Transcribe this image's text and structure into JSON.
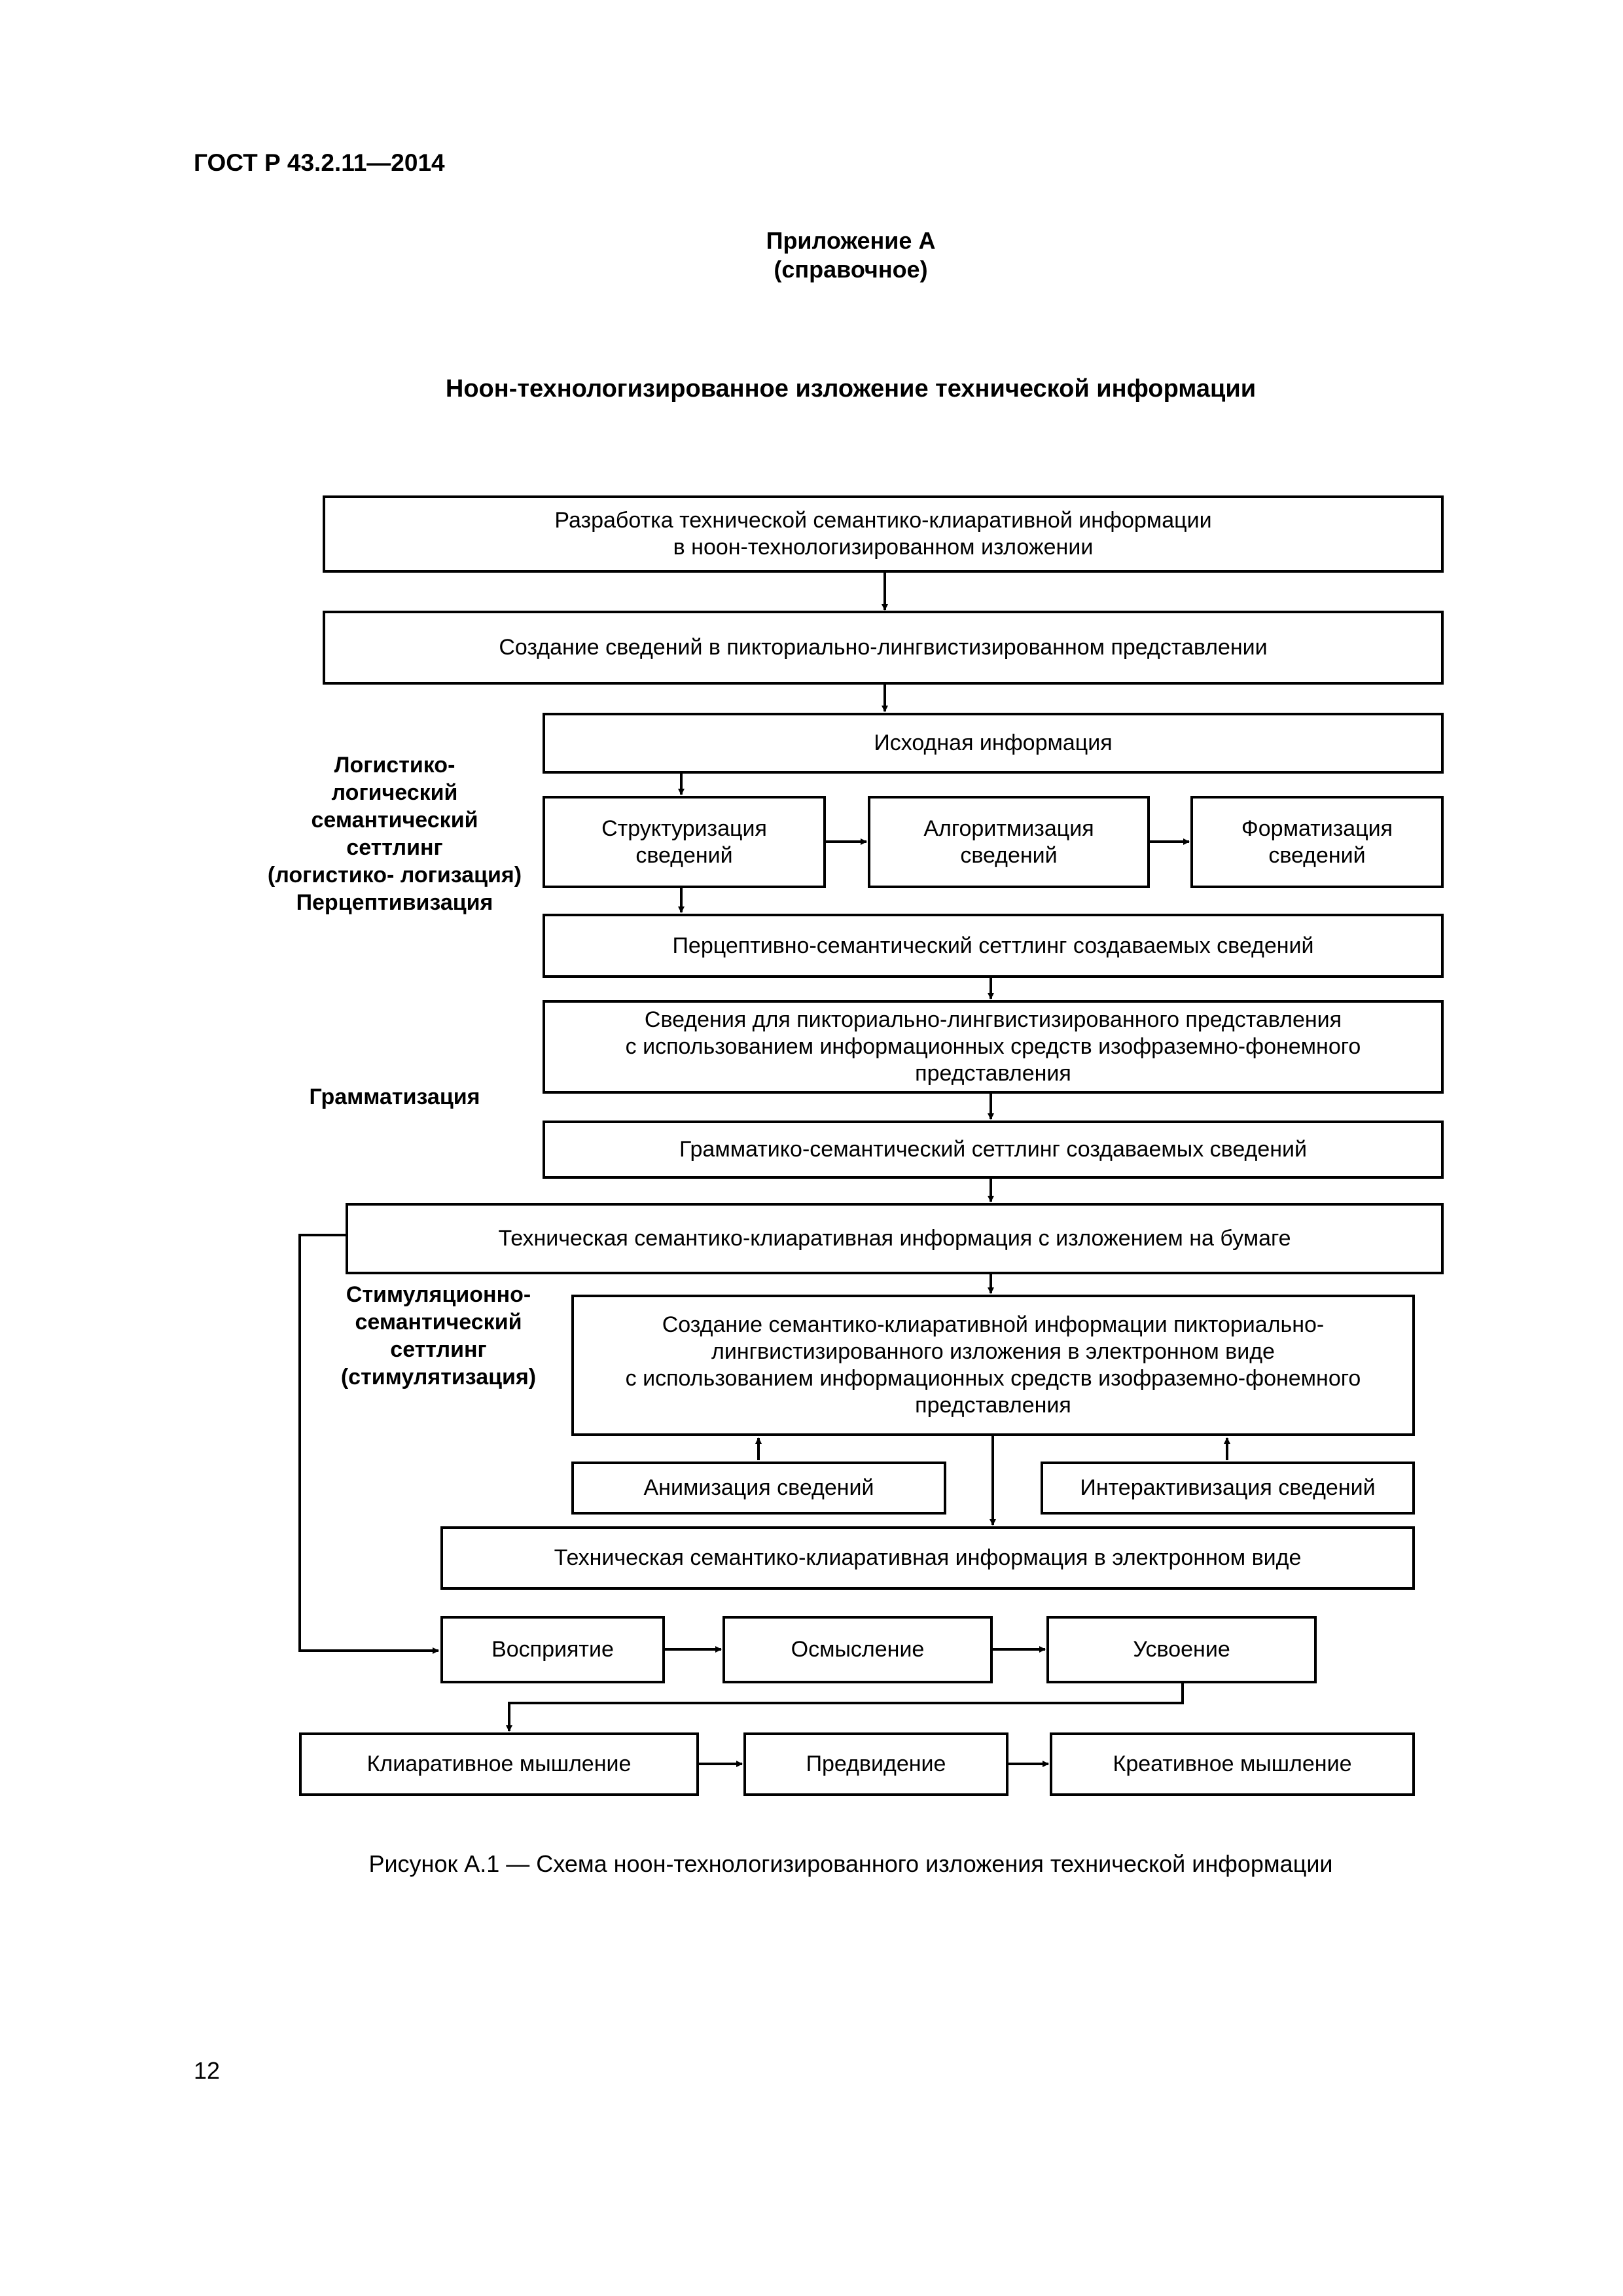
{
  "header": {
    "doc_code": "ГОСТ Р 43.2.11—2014"
  },
  "appendix": {
    "title": "Приложение А",
    "note": "(справочное)"
  },
  "section_title": "Ноон-технологизированное изложение технической информации",
  "diagram": {
    "boxes": {
      "b1": "Разработка технической семантико-клиаративной информации\nв ноон-технологизированном изложении",
      "b2": "Создание сведений в пикториально-лингвистизированном представлении",
      "b3": "Исходная информация",
      "b4": "Структуризация\nсведений",
      "b5": "Алгоритмизация\nсведений",
      "b6": "Форматизация\nсведений",
      "b7": "Перцептивно-семантический сеттлинг создаваемых сведений",
      "b8": "Сведения для пикториально-лингвистизированного представления\nс использованием информационных средств изофраземно-фонемного\nпредставления",
      "b9": "Грамматико-семантический сеттлинг создаваемых сведений",
      "b10": "Техническая семантико-клиаративная информация с изложением на бумаге",
      "b11": "Создание семантико-клиаративной информации пикториально-\nлингвистизированного изложения в электронном виде\nс использованием информационных средств изофраземно-фонемного\nпредставления",
      "b12": "Анимизация сведений",
      "b13": "Интерактивизация сведений",
      "b14": "Техническая семантико-клиаративная информация в электронном виде",
      "b15": "Восприятие",
      "b16": "Осмысление",
      "b17": "Усвоение",
      "b18": "Клиаративное мышление",
      "b19": "Предвидение",
      "b20": "Креативное мышление"
    },
    "side_labels": {
      "logistic": "Логистико-\nлогический\nсемантический\nсеттлинг\n(логистико- логизация)\nПерцептивизация",
      "grammar": "Грамматизация",
      "stimul": "Стимуляционно-\nсемантический\nсеттлинг\n(стимулятизация)"
    }
  },
  "caption": "Рисунок А.1 — Схема ноон-технологизированного изложения технической информации",
  "page_number": "12"
}
